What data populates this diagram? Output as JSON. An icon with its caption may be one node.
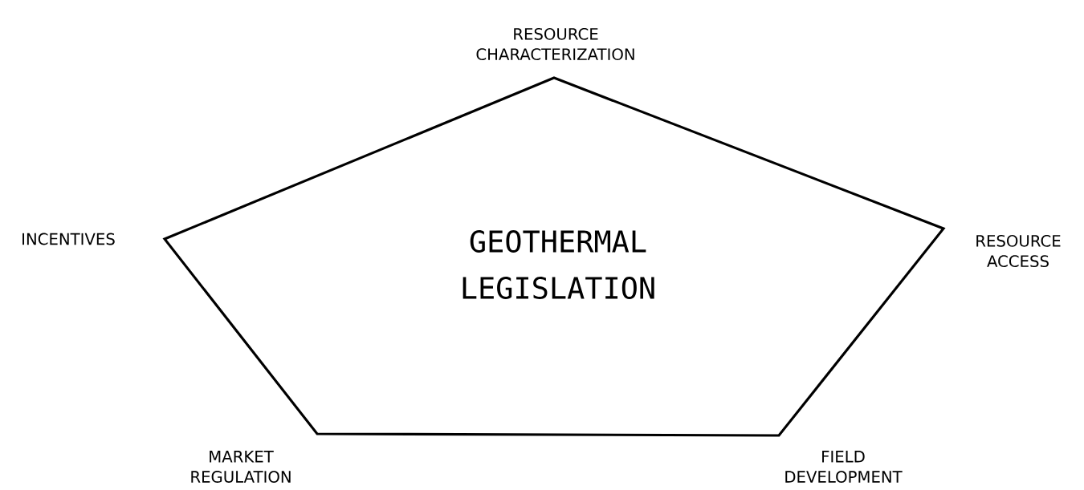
{
  "diagram": {
    "nodes": [
      {
        "text": [
          "GEOTHERMAL LEGISLATION"
        ]
      }
    ],
    "labels": [
      "RESOURCE CHARACTERIZATION",
      "INCENTIVES",
      "RESOURCE ACCESS",
      "MARKET REGULATION",
      "FIELD DEVELOPMENT"
    ]
  }
}
